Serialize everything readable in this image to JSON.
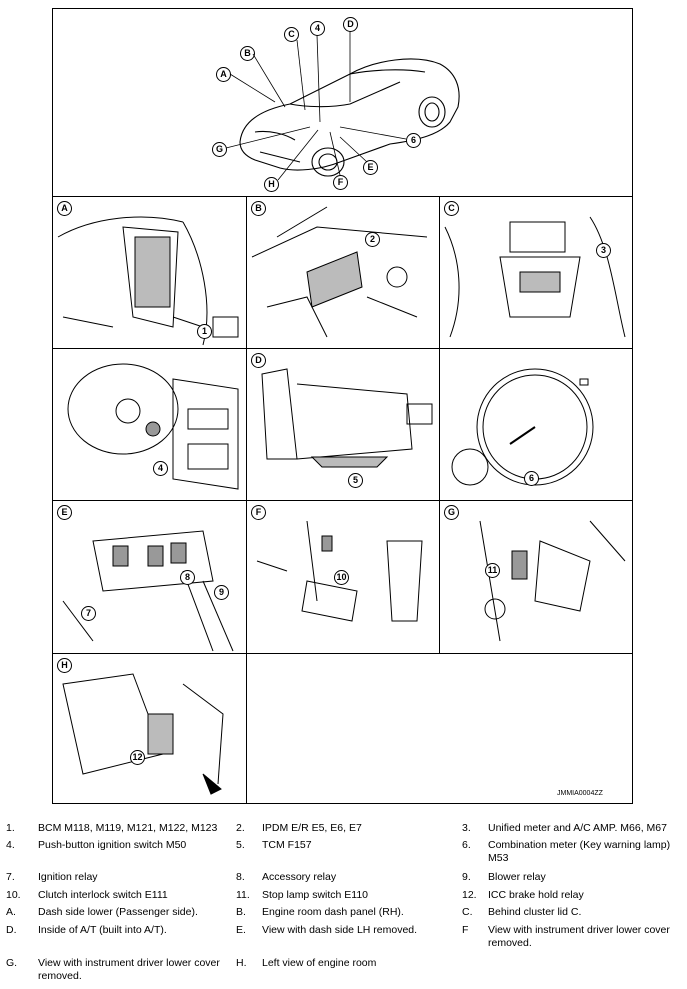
{
  "figure": {
    "code": "JMMIA0004ZZ",
    "car_letters": [
      "A",
      "B",
      "C",
      "D",
      "E",
      "F",
      "G",
      "H"
    ],
    "car_numbers": [
      "4",
      "6"
    ],
    "panels": [
      {
        "letter": "A",
        "callouts": [
          "1"
        ]
      },
      {
        "letter": "B",
        "callouts": [
          "2"
        ]
      },
      {
        "letter": "C",
        "callouts": [
          "3"
        ]
      },
      {
        "letter": "",
        "callouts": [
          "4"
        ]
      },
      {
        "letter": "D",
        "callouts": [
          "5"
        ]
      },
      {
        "letter": "",
        "callouts": [
          "6"
        ]
      },
      {
        "letter": "E",
        "callouts": [
          "7",
          "8",
          "9"
        ]
      },
      {
        "letter": "F",
        "callouts": [
          "10"
        ]
      },
      {
        "letter": "G",
        "callouts": [
          "11"
        ]
      },
      {
        "letter": "H",
        "callouts": [
          "12"
        ]
      }
    ]
  },
  "legend": [
    {
      "num": "1.",
      "text": "BCM M118, M119, M121, M122, M123"
    },
    {
      "num": "2.",
      "text": "IPDM E/R E5, E6, E7"
    },
    {
      "num": "3.",
      "text": "Unified meter and A/C AMP. M66, M67"
    },
    {
      "num": "4.",
      "text": "Push-button ignition switch M50"
    },
    {
      "num": "5.",
      "text": "TCM F157"
    },
    {
      "num": "6.",
      "text": "Combination meter (Key warning lamp) M53"
    },
    {
      "num": "7.",
      "text": "Ignition relay"
    },
    {
      "num": "8.",
      "text": "Accessory relay"
    },
    {
      "num": "9.",
      "text": "Blower relay"
    },
    {
      "num": "10.",
      "text": "Clutch interlock switch E111"
    },
    {
      "num": "11.",
      "text": "Stop lamp switch E110"
    },
    {
      "num": "12.",
      "text": "ICC brake hold relay"
    },
    {
      "num": "A.",
      "text": "Dash side lower (Passenger side)."
    },
    {
      "num": "B.",
      "text": "Engine room dash panel (RH)."
    },
    {
      "num": "C.",
      "text": "Behind cluster lid C."
    },
    {
      "num": "D.",
      "text": "Inside of A/T (built into A/T)."
    },
    {
      "num": "E.",
      "text": "View with dash side LH removed."
    },
    {
      "num": "F",
      "text": "View with instrument driver lower cover removed."
    },
    {
      "num": "G.",
      "text": "View with instrument driver lower cover removed."
    },
    {
      "num": "H.",
      "text": "Left view of engine room"
    }
  ]
}
